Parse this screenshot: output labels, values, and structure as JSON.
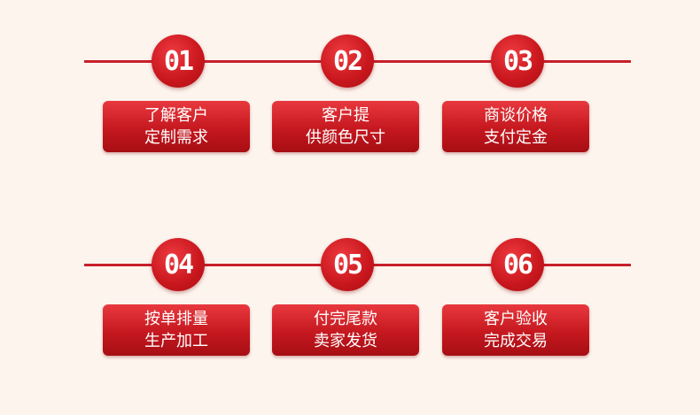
{
  "rows": [
    {
      "steps": [
        {
          "number": "01",
          "label_line1": "了解客户",
          "label_line2": "定制需求"
        },
        {
          "number": "02",
          "label_line1": "客户提",
          "label_line2": "供颜色尺寸"
        },
        {
          "number": "03",
          "label_line1": "商谈价格",
          "label_line2": "支付定金"
        }
      ]
    },
    {
      "steps": [
        {
          "number": "04",
          "label_line1": "按单排量",
          "label_line2": "生产加工"
        },
        {
          "number": "05",
          "label_line1": "付完尾款",
          "label_line2": "卖家发货"
        },
        {
          "number": "06",
          "label_line1": "客户验收",
          "label_line2": "完成交易"
        }
      ]
    }
  ],
  "colors": {
    "accent": "#c8161d",
    "background": "#fdf4ee",
    "text": "#ffffff"
  }
}
